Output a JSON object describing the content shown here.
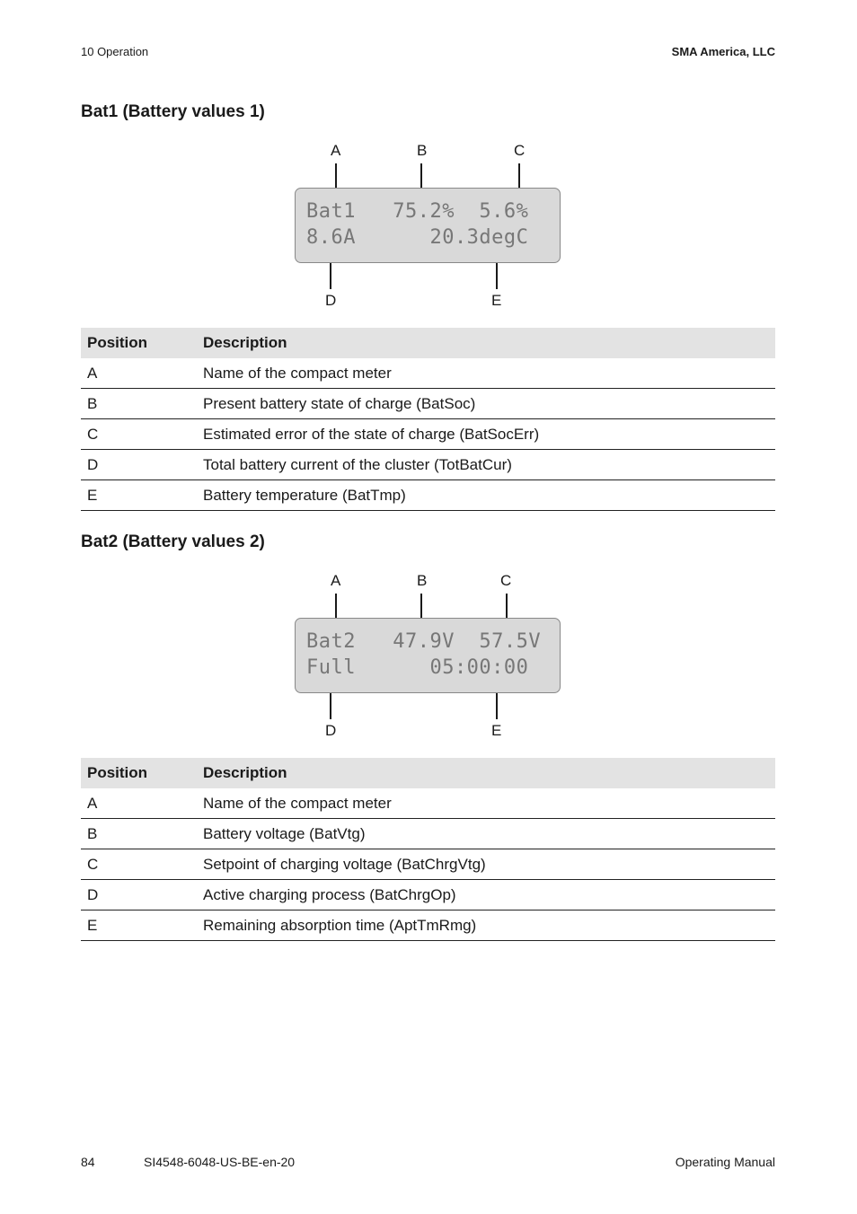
{
  "header": {
    "left": "10  Operation",
    "right": "SMA America, LLC"
  },
  "sections": [
    {
      "title": "Bat1 (Battery values 1)",
      "display": {
        "line1": "Bat1   75.2%  5.6%",
        "line2": "8.6A      20.3degC"
      },
      "callouts": {
        "A": "A",
        "B": "B",
        "C": "C",
        "D": "D",
        "E": "E"
      },
      "table": {
        "headers": [
          "Position",
          "Description"
        ],
        "rows": [
          [
            "A",
            "Name of the compact meter"
          ],
          [
            "B",
            "Present battery state of charge (BatSoc)"
          ],
          [
            "C",
            "Estimated error of the state of charge (BatSocErr)"
          ],
          [
            "D",
            "Total battery current of the cluster (TotBatCur)"
          ],
          [
            "E",
            "Battery temperature (BatTmp)"
          ]
        ]
      }
    },
    {
      "title": "Bat2 (Battery values 2)",
      "display": {
        "line1": "Bat2   47.9V  57.5V",
        "line2": "Full      05:00:00"
      },
      "callouts": {
        "A": "A",
        "B": "B",
        "C": "C",
        "D": "D",
        "E": "E"
      },
      "table": {
        "headers": [
          "Position",
          "Description"
        ],
        "rows": [
          [
            "A",
            "Name of the compact meter"
          ],
          [
            "B",
            "Battery voltage (BatVtg)"
          ],
          [
            "C",
            "Setpoint of charging voltage (BatChrgVtg)"
          ],
          [
            "D",
            "Active charging process (BatChrgOp)"
          ],
          [
            "E",
            "Remaining absorption time (AptTmRmg)"
          ]
        ]
      }
    }
  ],
  "footer": {
    "page": "84",
    "doc_id": "SI4548-6048-US-BE-en-20",
    "manual": "Operating Manual"
  }
}
